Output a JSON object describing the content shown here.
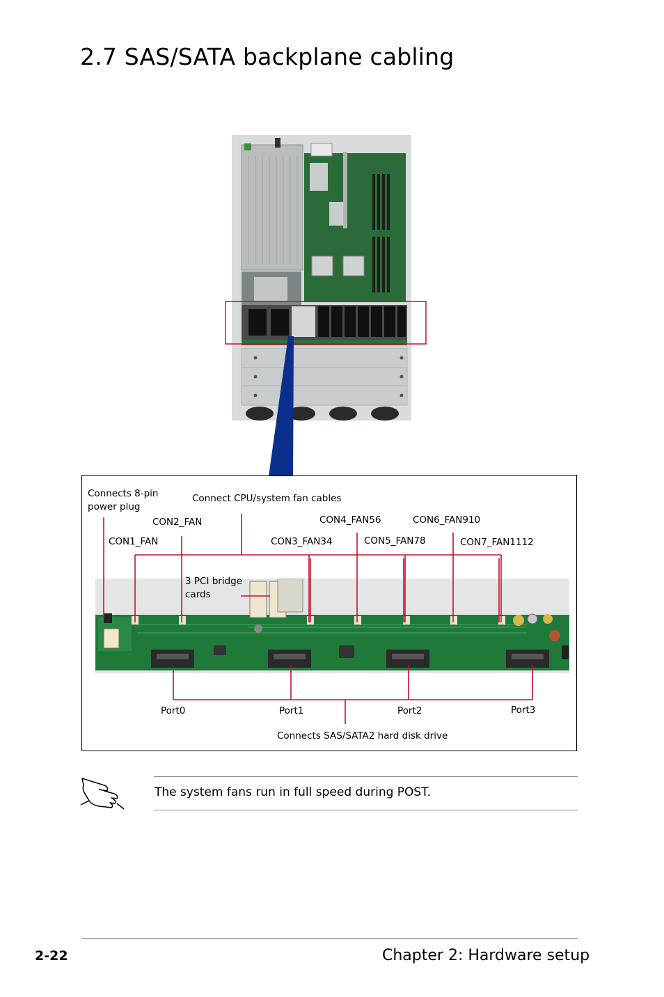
{
  "page": {
    "title": "2.7 SAS/SATA backplane cabling",
    "page_number": "2-22",
    "chapter": "Chapter 2: Hardware setup"
  },
  "diagram": {
    "labels": {
      "power_plug": [
        "Connects 8-pin",
        "power plug"
      ],
      "fan_cables": "Connect CPU/system fan cables",
      "con1": "CON1_FAN",
      "con2": "CON2_FAN",
      "con3": "CON3_FAN34",
      "con4": "CON4_FAN56",
      "con5": "CON5_FAN78",
      "con6": "CON6_FAN910",
      "con7": "CON7_FAN1112",
      "pci_bridge": [
        "3 PCI bridge",
        "cards"
      ],
      "port0": "Port0",
      "port1": "Port1",
      "port2": "Port2",
      "port3": "Port3",
      "hdd": "Connects SAS/SATA2 hard disk drive"
    },
    "colors": {
      "callout_line": "#c8102e",
      "pointer": "#0b2f8a",
      "pcb_green": "#1f7a3a"
    }
  },
  "note": {
    "text": "The system fans run in full speed during POST.",
    "icon": "hand-pointer-icon"
  }
}
